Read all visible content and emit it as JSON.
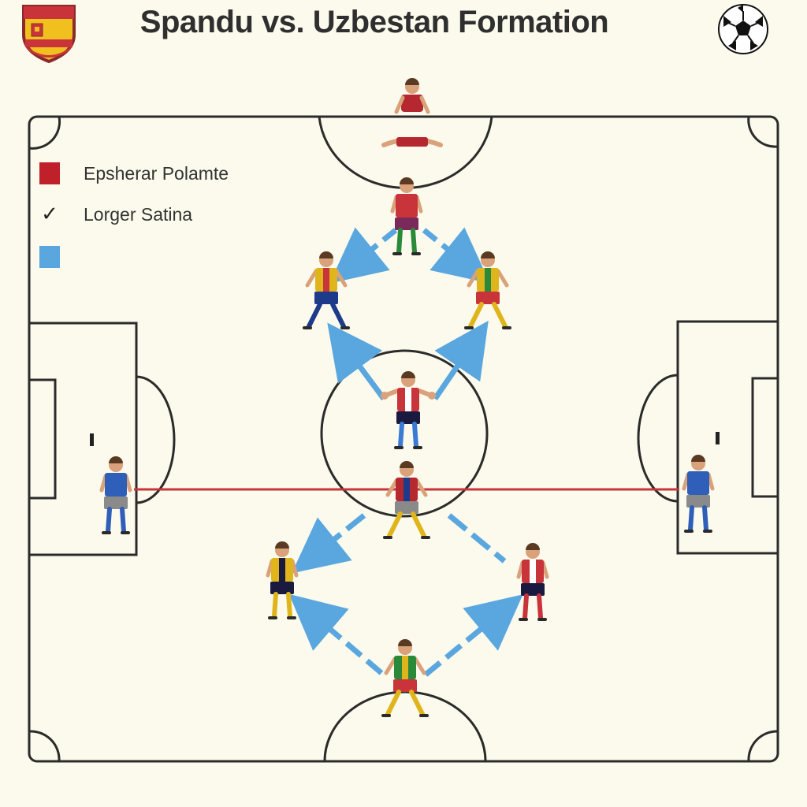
{
  "title": "Spandu vs. Uzbestan Formation",
  "legend": [
    {
      "label": "Epsherar Polamte",
      "marker": "square",
      "color": "#c0202a"
    },
    {
      "label": "Lorger Satina",
      "marker": "check-icon",
      "color": "#222222"
    },
    {
      "label": "",
      "marker": "square",
      "color": "#5aa7df"
    }
  ],
  "colors": {
    "pitch_line": "#2b2b2b",
    "pass_arrow": "#5aa7df",
    "offside_line": "#c9343b",
    "background": "#fbfaec",
    "skin": "#d9a27a",
    "hair": "#5a3a22"
  },
  "players": [
    {
      "id": "top-keeper",
      "pose": "sitting",
      "shirt": "#b5282f",
      "shorts": "#b5282f",
      "socks": "#b5282f"
    },
    {
      "id": "top-center",
      "pose": "standing",
      "shirt": "#c9343b",
      "shorts": "#7a2a5a",
      "socks": "#2a8a3a"
    },
    {
      "id": "upper-left",
      "pose": "wide",
      "shirt": "#e0b51b",
      "stripe": "#c9343b",
      "shorts": "#1e3a8a",
      "socks": "#1e3a8a"
    },
    {
      "id": "upper-right",
      "pose": "wide",
      "shirt": "#e0b51b",
      "stripe": "#2a8a3a",
      "shorts": "#c9343b",
      "socks": "#e0b51b"
    },
    {
      "id": "center",
      "pose": "arms-wide",
      "shirt": "#c9343b",
      "stripe": "#ffffff",
      "shorts": "#1a1a40",
      "socks": "#3a7bd5"
    },
    {
      "id": "mid-center",
      "pose": "wide",
      "shirt": "#b5282f",
      "stripe": "#1e3a8a",
      "shorts": "#8a8a8a",
      "socks": "#e0b51b"
    },
    {
      "id": "left-keeper",
      "pose": "standing",
      "shirt": "#2f5fb8",
      "shorts": "#8a8a8a",
      "socks": "#2f5fb8"
    },
    {
      "id": "right-keeper",
      "pose": "standing",
      "shirt": "#2f5fb8",
      "shorts": "#8a8a8a",
      "socks": "#2f5fb8"
    },
    {
      "id": "lower-left",
      "pose": "standing",
      "shirt": "#e0b51b",
      "stripe": "#1a1a40",
      "shorts": "#1a1a40",
      "socks": "#e0b51b"
    },
    {
      "id": "lower-right",
      "pose": "standing",
      "shirt": "#c9343b",
      "stripe": "#ffffff",
      "shorts": "#1a1a40",
      "socks": "#c9343b"
    },
    {
      "id": "bottom-center",
      "pose": "wide",
      "shirt": "#2a8a3a",
      "stripe": "#e0b51b",
      "shorts": "#c9343b",
      "socks": "#e0b51b"
    }
  ]
}
